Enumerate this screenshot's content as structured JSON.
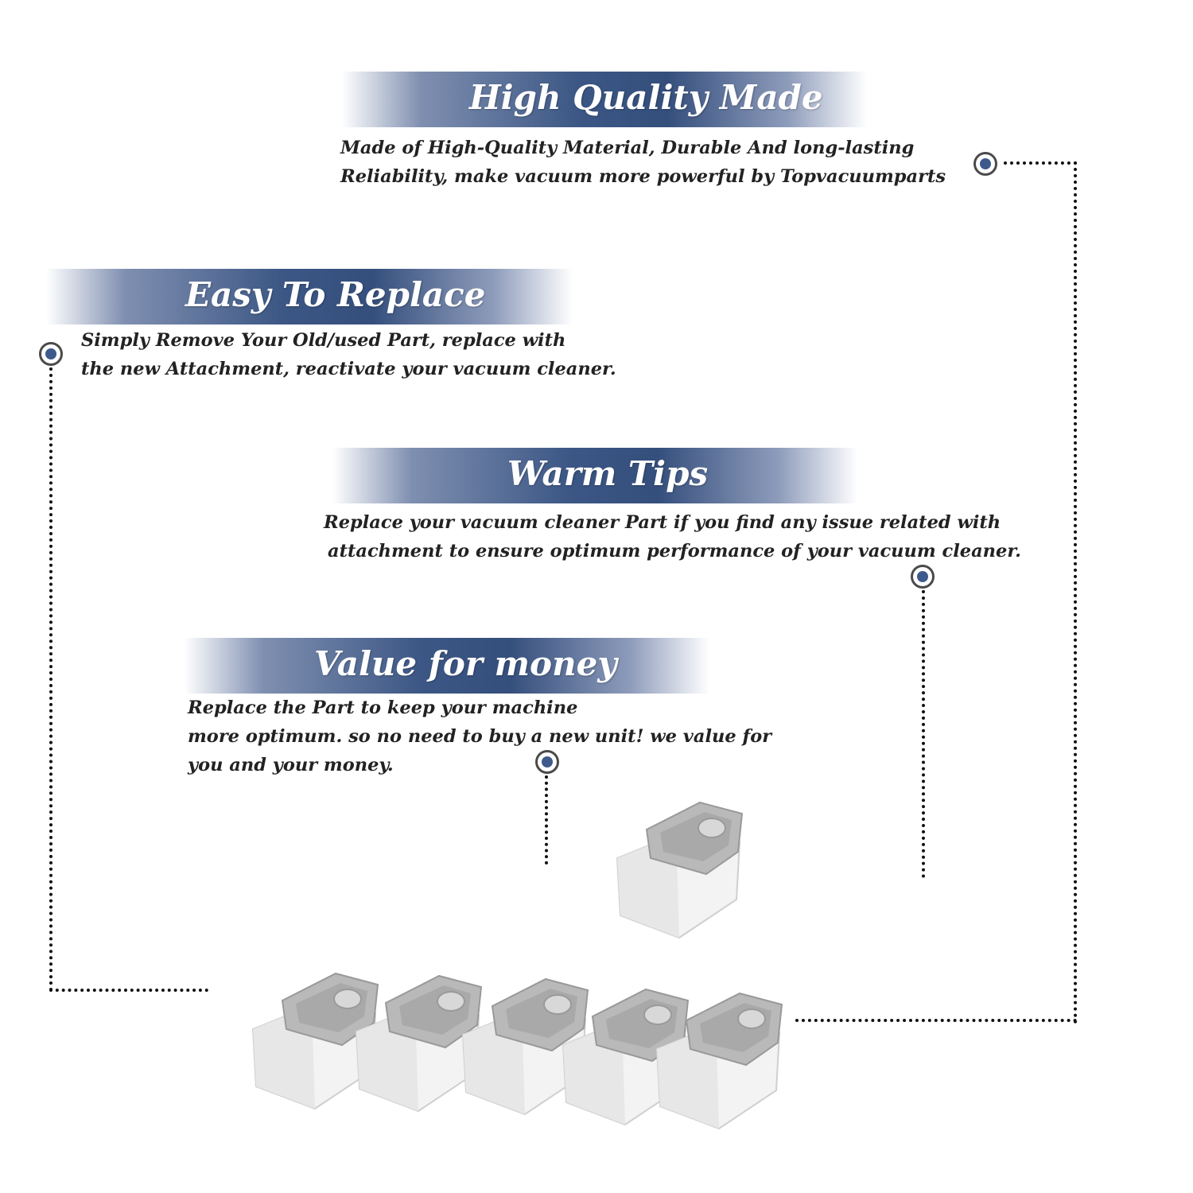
{
  "sections": {
    "high_quality": {
      "title": "High Quality Made",
      "line1": "Made of  High-Quality Material, Durable And long-lasting",
      "line2": "Reliability, make vacuum more powerful by Topvacuumparts"
    },
    "easy_replace": {
      "title": "Easy To Replace",
      "line1": "Simply Remove Your Old/used Part, replace with",
      "line2": "the new Attachment, reactivate your vacuum cleaner."
    },
    "warm_tips": {
      "title": "Warm Tips",
      "line1": "Replace your vacuum cleaner Part if you find any issue related with",
      "line2": "attachment to ensure optimum performance of your vacuum cleaner."
    },
    "value_money": {
      "title": "Value for money",
      "line1": "Replace the Part to keep your machine",
      "line2": "more optimum. so no need to buy a new unit! we value for",
      "line3": "you and your money."
    }
  },
  "colors": {
    "banner_dark": "#354f7d",
    "marker_fill": "#3e5a8c",
    "dotted_line": "#111111"
  },
  "icons": [
    "target-marker-icon",
    "dust-bag-icon"
  ]
}
